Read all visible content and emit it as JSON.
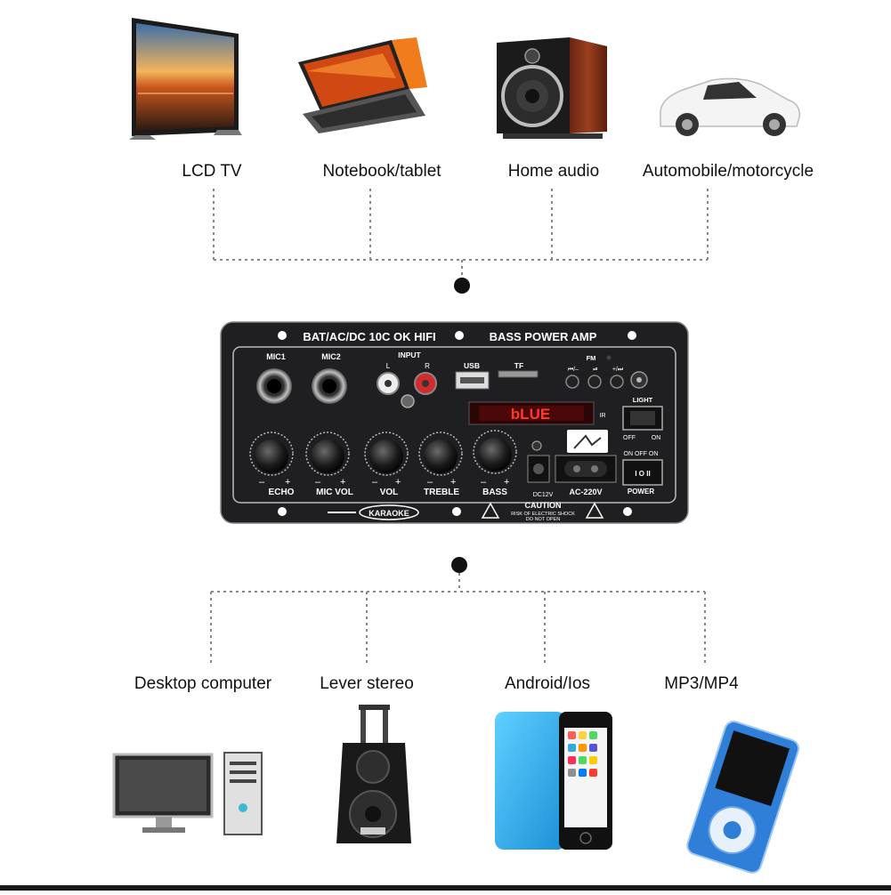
{
  "top_devices": [
    {
      "label": "LCD TV",
      "icon": "lcd-tv-icon"
    },
    {
      "label": "Notebook/tablet",
      "icon": "notebook-icon"
    },
    {
      "label": "Home audio",
      "icon": "speaker-icon"
    },
    {
      "label": "Automobile/motorcycle",
      "icon": "car-icon"
    }
  ],
  "bottom_devices": [
    {
      "label": "Desktop computer",
      "icon": "desktop-icon"
    },
    {
      "label": "Lever stereo",
      "icon": "trolley-speaker-icon"
    },
    {
      "label": "Android/Ios",
      "icon": "phone-icon"
    },
    {
      "label": "MP3/MP4",
      "icon": "mp3-player-icon"
    }
  ],
  "board": {
    "title_left": "BAT/AC/DC 10C OK HIFI",
    "title_right": "BASS POWER AMP",
    "mic1": "MIC1",
    "mic2": "MIC2",
    "input": "INPUT",
    "input_l": "L",
    "input_r": "R",
    "usb": "USB",
    "tf": "TF",
    "fm": "FM",
    "btn_prev": "⏮/–",
    "btn_play": "⏯",
    "btn_next": "+/⏭",
    "display": "bLUE",
    "ir": "IR",
    "light": "LIGHT",
    "off": "OFF",
    "on": "ON",
    "on_off_on": "ON OFF ON",
    "knobs": [
      "ECHO",
      "MIC VOL",
      "VOL",
      "TREBLE",
      "BASS"
    ],
    "minus": "–",
    "plus": "+",
    "dc": "DC12V",
    "ac": "AC-220V",
    "power": "POWER",
    "power_switch": "I O II",
    "karaoke": "KARAOKE",
    "caution": "CAUTION",
    "caution_line1": "RISK OF ELECTRIC SHOCK",
    "caution_line2": "DO NOT OPEN"
  }
}
